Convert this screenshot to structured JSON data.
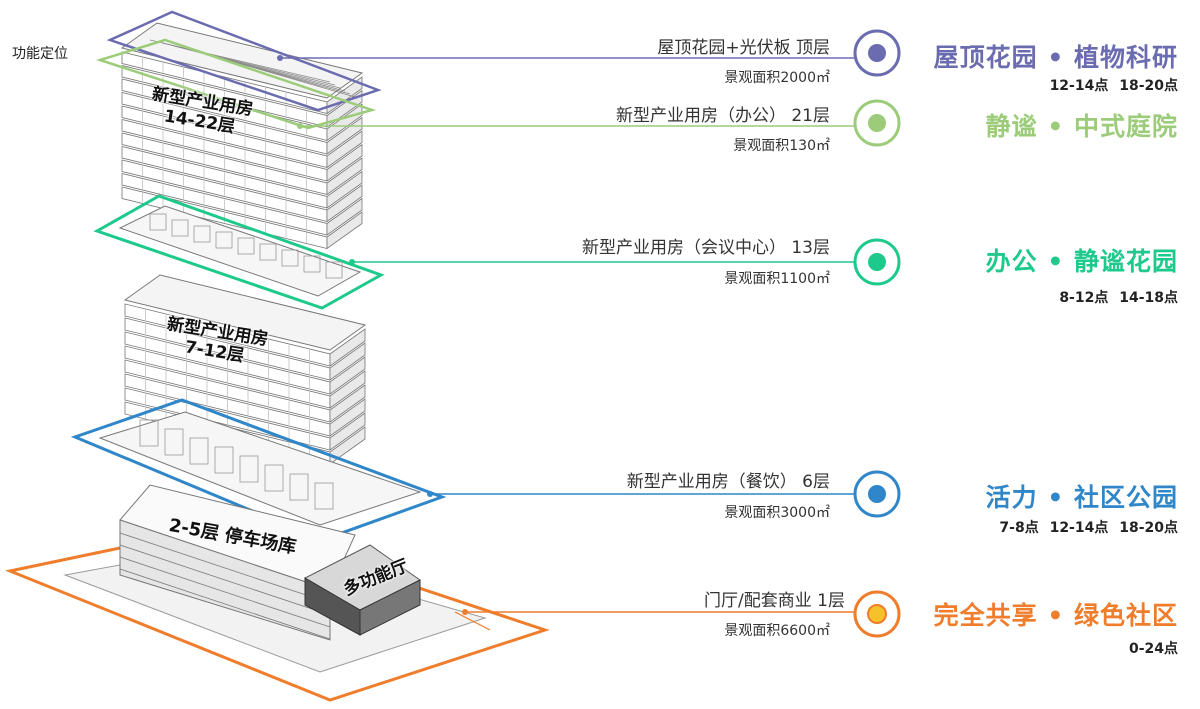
{
  "header": {
    "function_label": "功能定位"
  },
  "levels": [
    {
      "id": "roof",
      "floor": "屋顶花园+光伏板  顶层",
      "area": "景观面积2000㎡",
      "theme": "屋顶花园 • 植物科研",
      "hours": "12-14点  18-20点",
      "color": "#6b6bb0",
      "ring": "#6b6bb0",
      "dot": "#6b6bb0"
    },
    {
      "id": "office",
      "floor": "新型产业用房（办公）  21层",
      "area": "景观面积130㎡",
      "theme": "静谧 • 中式庭院",
      "hours": "",
      "color": "#9ccc7a",
      "ring": "#9ccc7a",
      "dot": "#9ccc7a"
    },
    {
      "id": "conference",
      "floor": "新型产业用房（会议中心）  13层",
      "area": "景观面积1100㎡",
      "theme": "办公 •  静谧花园",
      "hours": "8-12点  14-18点",
      "color": "#1ec98c",
      "ring": "#1ec98c",
      "dot": "#1ec98c"
    },
    {
      "id": "dining",
      "floor": "新型产业用房（餐饮）  6层",
      "area": "景观面积3000㎡",
      "theme": "活力 •  社区公园",
      "hours": "7-8点  12-14点  18-20点",
      "color": "#2f86c8",
      "ring": "#2f86c8",
      "dot": "#2f86c8"
    },
    {
      "id": "lobby",
      "floor": "门厅/配套商业  1层",
      "area": "景观面积6600㎡",
      "theme": "完全共享 • 绿色社区",
      "hours": "0-24点",
      "color": "#ef7d2c",
      "ring": "#ef7d2c",
      "dot": "#f6c12a"
    }
  ],
  "buildings": {
    "tower_top": "新型产业用房\n14-22层",
    "tower_mid": "新型产业用房\n7-12层",
    "parking": "2-5层  停车场库",
    "hall": "多功能厅"
  },
  "colors": {
    "line_gray": "#555555",
    "building_line": "#777777"
  }
}
